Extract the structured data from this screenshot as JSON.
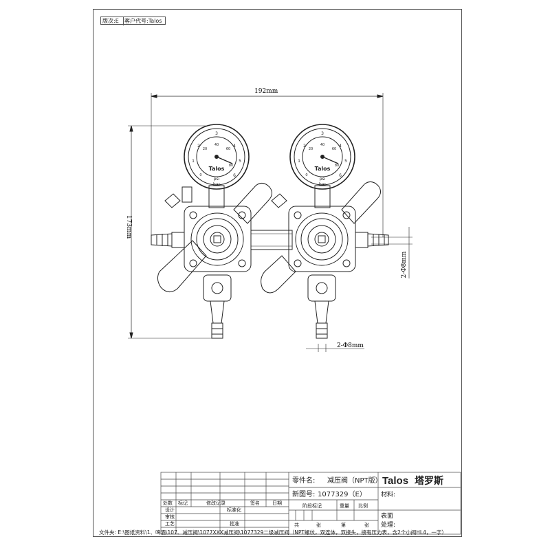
{
  "top_box": {
    "version": "版次:E",
    "customer_code": "客户代号:Talos"
  },
  "dimensions": {
    "width": "192mm",
    "height": "173mm",
    "port_left": "2-Φ8mm",
    "port_right": "2-Φ8mm"
  },
  "gauge": {
    "brand": "Talos",
    "units_psi": "psi",
    "units_bar": "bar",
    "bar_ticks": [
      "1",
      "2",
      "3",
      "4",
      "5",
      "6"
    ],
    "psi_ticks": [
      "20",
      "40",
      "60",
      "80"
    ],
    "zero": "0"
  },
  "title_block": {
    "part_name_label": "零件名:",
    "part_name_value": "减压阀（NPT版）",
    "drawing_no_label": "新图号:",
    "drawing_no_value": "1077329（E）",
    "company_logo": "Talos",
    "company_name": "塔罗斯",
    "material_label": "材料:",
    "surface_label": "表面",
    "treatment_label": "处理:",
    "rev_headers": [
      "处数",
      "标记",
      "修改记录",
      "签名",
      "日期"
    ],
    "approvals": [
      "设计",
      "审核",
      "工艺"
    ],
    "approval_right": [
      "标准化",
      "批准"
    ],
    "stage_label": "阶段标记",
    "weight_label": "重量",
    "scale_label": "比例",
    "total_label": "共",
    "sheet_label": "张",
    "sheet_label2": "第",
    "sheet_label3": "张"
  },
  "file_path": "文件夹: E:\\图纸资料\\1、啤酒\\107、减压阀\\1077XXX减压阀\\1077329二级减压阀（NPT螺纹，双连体，双接头，接有压力表，含2个小阀HL4，一字）"
}
